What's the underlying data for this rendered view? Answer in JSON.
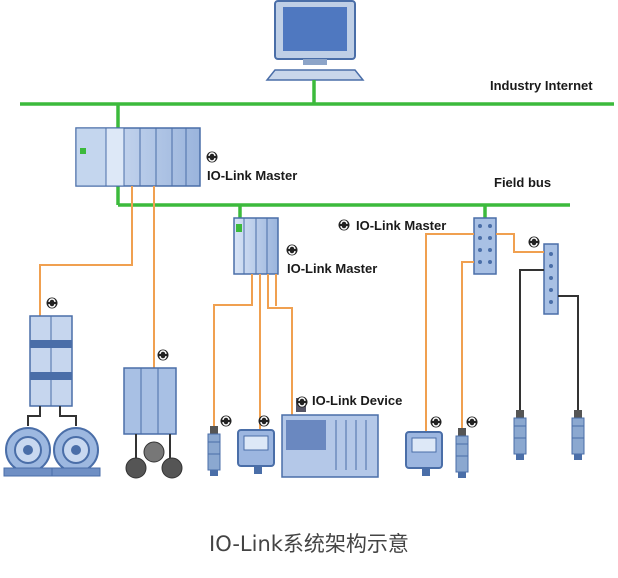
{
  "labels": {
    "industry_internet": "Industry Internet",
    "field_bus": "Field bus",
    "master_plc": "IO-Link Master",
    "master_mid": "IO-Link Master",
    "master_right": "IO-Link Master",
    "device": "IO-Link Device"
  },
  "caption": "IO-Link系统架构示意",
  "colors": {
    "network_line": "#3cba3c",
    "iolink_line": "#f0a050",
    "device_line": "#333333",
    "device_blue": "#8aa8d8",
    "device_dark": "#4a6ea8",
    "iolink_symbol": "#222222"
  },
  "icons": [
    "computer-icon",
    "plc-icon",
    "io-link-symbol-icon",
    "motor-icon",
    "sensor-icon",
    "distributed-io-icon"
  ]
}
